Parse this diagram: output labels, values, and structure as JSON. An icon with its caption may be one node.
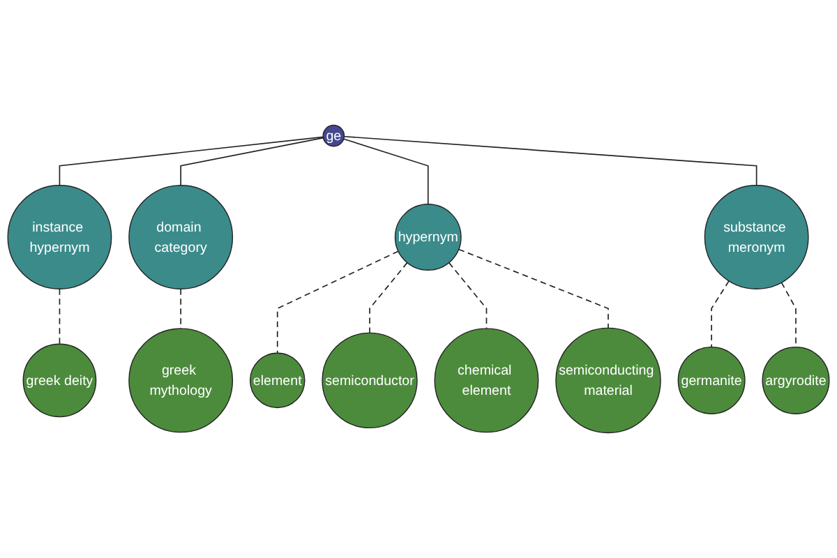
{
  "diagram": {
    "nodes": [
      {
        "text": [
          "greek deity"
        ]
      },
      {
        "text": [
          "instance hypernym"
        ]
      },
      {
        "text": [
          "domain category"
        ]
      },
      {
        "text": [
          "ge"
        ]
      },
      {
        "text": [
          "greek mythology"
        ]
      },
      {
        "text": [
          "element"
        ]
      },
      {
        "text": [
          "substance meronym"
        ]
      },
      {
        "text": [
          "hypernym"
        ]
      },
      {
        "text": [
          "semiconductor"
        ]
      },
      {
        "text": [
          "germanite"
        ]
      },
      {
        "text": [
          "chemical element"
        ]
      },
      {
        "text": [
          "semiconducting material"
        ]
      },
      {
        "text": [
          "argyrodite"
        ]
      }
    ],
    "edges": [
      {
        "from": 3,
        "to": 1,
        "arrow": "none"
      },
      {
        "from": 3,
        "to": 2,
        "arrow": "none"
      },
      {
        "from": 3,
        "to": 7,
        "arrow": "none"
      },
      {
        "from": 3,
        "to": 6,
        "arrow": "none"
      },
      {
        "from": 1,
        "to": 0,
        "arrow": "none",
        "style": "dashed"
      },
      {
        "from": 2,
        "to": 4,
        "arrow": "none",
        "style": "dashed"
      },
      {
        "from": 7,
        "to": 5,
        "arrow": "none",
        "style": "dashed"
      },
      {
        "from": 7,
        "to": 8,
        "arrow": "none",
        "style": "dashed"
      },
      {
        "from": 7,
        "to": 10,
        "arrow": "none",
        "style": "dashed"
      },
      {
        "from": 7,
        "to": 11,
        "arrow": "none",
        "style": "dashed"
      },
      {
        "from": 6,
        "to": 9,
        "arrow": "none",
        "style": "dashed"
      },
      {
        "from": 6,
        "to": 12,
        "arrow": "none",
        "style": "dashed"
      }
    ]
  }
}
